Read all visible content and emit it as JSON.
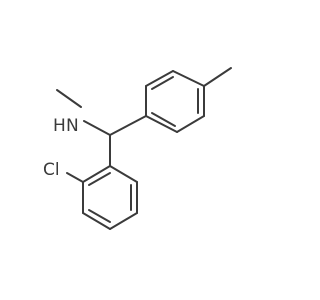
{
  "molecule": {
    "atoms": {
      "n_label": "N",
      "h_label": "H",
      "cl_label": "Cl"
    },
    "bond_color": "#3b3b3b",
    "label_color": "#3b3b3b"
  }
}
